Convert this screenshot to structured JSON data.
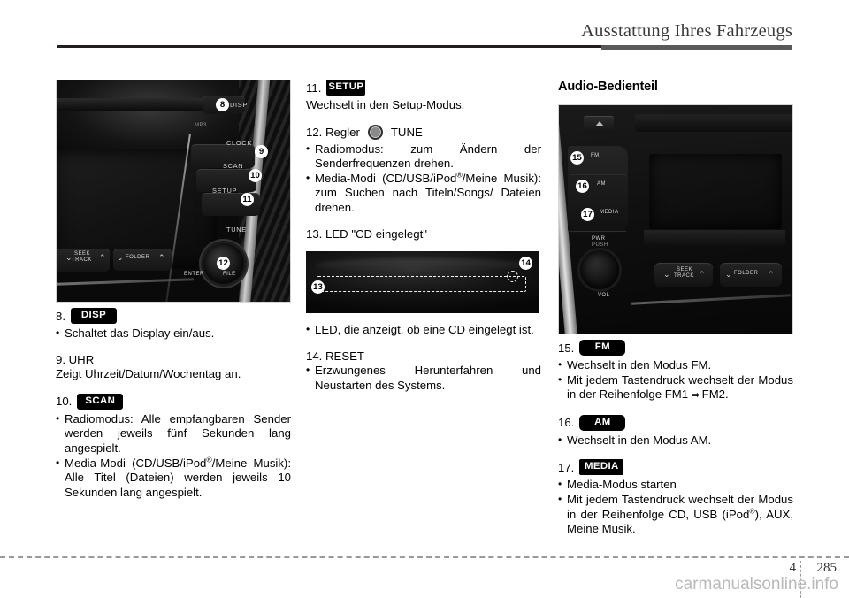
{
  "header": {
    "title": "Ausstattung Ihres Fahrzeugs"
  },
  "footer": {
    "chapter": "4",
    "page": "285",
    "watermark": "carmanualsonline.info"
  },
  "col1": {
    "photo": {
      "name": "head-unit-photo",
      "badges": [
        "8",
        "9",
        "10",
        "11",
        "12"
      ],
      "labels": [
        "DISP",
        "MP3",
        "CLOCK",
        "SCAN",
        "SETUP",
        "TUNE",
        "SEEK",
        "TRACK",
        "FOLDER",
        "ENTER",
        "FILE"
      ]
    },
    "item8": {
      "number": "8.",
      "chip": "DISP",
      "bullet1": "Schaltet das Display ein/aus."
    },
    "item9": {
      "heading": "9. UHR",
      "text": "Zeigt Uhrzeit/Datum/Wochentag an."
    },
    "item10": {
      "number": "10.",
      "chip": "SCAN",
      "bullet1_pre": "Radiomodus: Alle empfangbaren Sender werden jeweils fünf Sekunden lang angespielt.",
      "bullet2_a": "Media-Modi     (CD/USB/iPod",
      "bullet2_sup": "®",
      "bullet2_b": "/Meine Musik): Alle Titel (Dateien) werden jeweils 10 Sekunden lang angespielt."
    }
  },
  "col2": {
    "item11": {
      "number": "11.",
      "chip": "SETUP",
      "text": "Wechselt in den Setup-Modus."
    },
    "item12": {
      "prefix": "12. Regler",
      "suffix": "TUNE",
      "bullet1": "Radiomodus: zum Ändern der Senderfrequenzen drehen.",
      "bullet2_a": "Media-Modi     (CD/USB/iPod",
      "bullet2_sup": "®",
      "bullet2_b": "/Meine Musik): zum Suchen nach Titeln/Songs/ Dateien drehen."
    },
    "item13": {
      "heading": "13. LED \"CD eingelegt\"",
      "bullet1": "LED, die anzeigt, ob eine CD eingelegt ist."
    },
    "photo": {
      "name": "cd-slot-photo",
      "badges": [
        "13",
        "14"
      ]
    },
    "item14": {
      "heading": "14. RESET",
      "bullet1": "Erzwungenes Herunterfahren und Neustarten des Systems."
    }
  },
  "col3": {
    "section_title": "Audio-Bedienteil",
    "photo": {
      "name": "audio-control-panel-photo",
      "badges": [
        "15",
        "16",
        "17"
      ],
      "labels": [
        "FM",
        "AM",
        "MEDIA",
        "PWR",
        "PUSH",
        "VOL",
        "SEEK",
        "TRACK",
        "FOLDER"
      ]
    },
    "item15": {
      "number": "15.",
      "chip": "FM",
      "bullet1": "Wechselt in den Modus FM.",
      "bullet2_a": "Mit jedem Tastendruck wechselt der Modus in der Reihenfolge FM1",
      "bullet2_arrow": "➡",
      "bullet2_b": "FM2."
    },
    "item16": {
      "number": "16.",
      "chip": "AM",
      "bullet1": "Wechselt in den Modus AM."
    },
    "item17": {
      "number": "17.",
      "chip": "MEDIA",
      "bullet1": "Media-Modus starten",
      "bullet2_a": "Mit jedem Tastendruck wechselt der Modus in der Reihenfolge CD, USB (iPod",
      "bullet2_sup": "®",
      "bullet2_b": "), AUX, Meine Musik."
    }
  }
}
